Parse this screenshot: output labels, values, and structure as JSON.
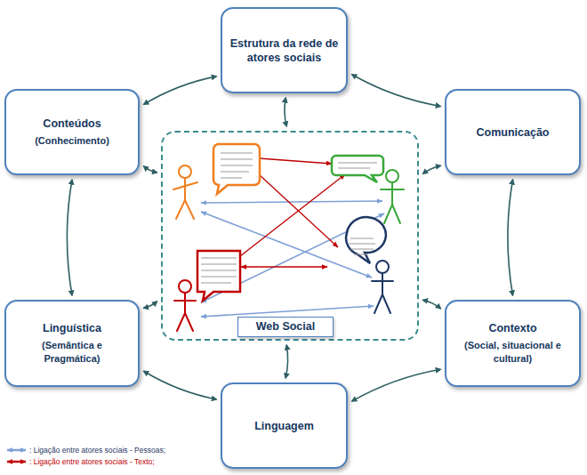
{
  "diagram": {
    "nodes": [
      {
        "text": [
          "Estrutura da rede de atores sociais"
        ]
      },
      {
        "text": [
          "Conteúdos",
          "(Conhecimento)"
        ]
      },
      {
        "text": [
          "Comunicação"
        ]
      },
      {
        "text": [
          "Web Social"
        ]
      },
      {
        "text": [
          "Linguística",
          "(Semântica e Pragmática)"
        ]
      },
      {
        "text": [
          "Contexto",
          "(Social, situacional e cultural)"
        ]
      },
      {
        "text": [
          "Linguagem"
        ]
      }
    ],
    "edges": [
      {
        "from": 0,
        "to": 1,
        "arrow": "both"
      },
      {
        "from": 0,
        "to": 2,
        "arrow": "both"
      },
      {
        "from": 0,
        "to": 3,
        "arrow": "both"
      },
      {
        "from": 1,
        "to": 3,
        "arrow": "both"
      },
      {
        "from": 2,
        "to": 3,
        "arrow": "both"
      },
      {
        "from": 1,
        "to": 4,
        "arrow": "both"
      },
      {
        "from": 2,
        "to": 5,
        "arrow": "both"
      },
      {
        "from": 4,
        "to": 3,
        "arrow": "both"
      },
      {
        "from": 5,
        "to": 3,
        "arrow": "both"
      },
      {
        "from": 4,
        "to": 6,
        "arrow": "both"
      },
      {
        "from": 5,
        "to": 6,
        "arrow": "both"
      },
      {
        "from": 6,
        "to": 3,
        "arrow": "both"
      }
    ],
    "legend": [
      {
        "text": ": Ligação entre atores sociais - Pessoas;"
      },
      {
        "text": ": Ligação entre atores sociais - Texto;"
      }
    ]
  }
}
